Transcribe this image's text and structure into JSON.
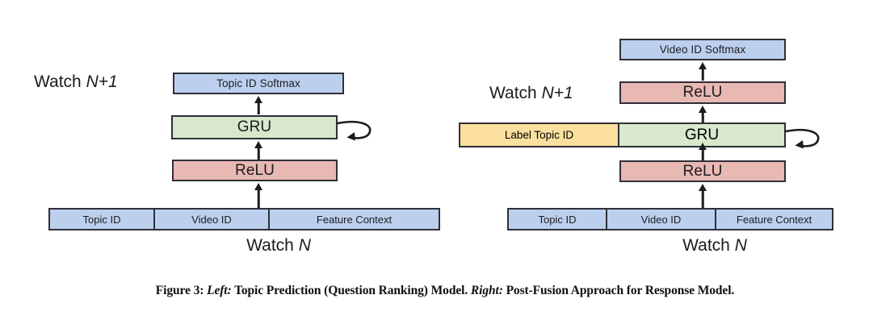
{
  "figure": {
    "caption_prefix": "Figure 3:",
    "left_tag": "Left:",
    "left_text": "Topic Prediction (Question Ranking) Model.",
    "right_tag": "Right:",
    "right_text": "Post-Fusion Approach for Response Model."
  },
  "colors": {
    "blue": "#bcd0ee",
    "green": "#d7e8cc",
    "red": "#e8b8b3",
    "yellow": "#fadf9e",
    "stroke": "#2f2f38",
    "text": "#1b1b20",
    "background": "#ffffff"
  },
  "left_diagram": {
    "title": "Topic Prediction (Question Ranking) Model",
    "watch_next_label": "Watch N+1",
    "watch_current_label": "Watch N",
    "output_box": "Topic ID Softmax",
    "recurrent_box": "GRU",
    "activation_box": "ReLU",
    "input_segments": [
      "Topic ID",
      "Video ID",
      "Feature Context"
    ],
    "flow": [
      "input",
      "ReLU",
      "GRU",
      "Topic ID Softmax"
    ],
    "recurrence": "self-loop on GRU"
  },
  "right_diagram": {
    "title": "Post-Fusion Approach for Response Model",
    "watch_next_label": "Watch N+1",
    "watch_current_label": "Watch N",
    "output_box": "Video ID Softmax",
    "upper_activation_box": "ReLU",
    "fusion_label_box": "Label Topic ID",
    "recurrent_box": "GRU",
    "lower_activation_box": "ReLU",
    "input_segments": [
      "Topic ID",
      "Video ID",
      "Feature Context"
    ],
    "flow": [
      "input",
      "ReLU",
      "GRU",
      "ReLU",
      "Video ID Softmax"
    ],
    "recurrence": "self-loop on GRU"
  }
}
